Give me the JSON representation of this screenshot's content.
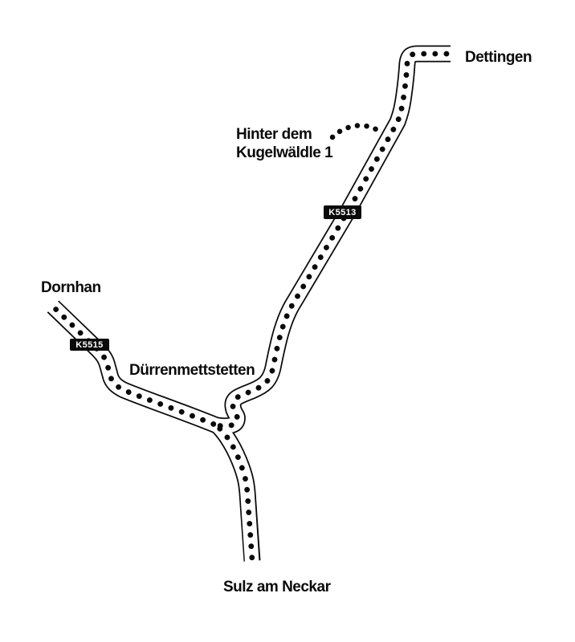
{
  "map": {
    "background_color": "#ffffff",
    "ink_color": "#0a0a0a",
    "badge_text_color": "#ffffff",
    "places": {
      "dettingen": "Dettingen",
      "dornhan": "Dornhan",
      "duerrenmettstetten": "Dürrenmettstetten",
      "sulz_am_neckar": "Sulz am Neckar"
    },
    "destination": {
      "line1": "Hinter dem",
      "line2": "Kugelwäldle 1"
    },
    "road_badges": {
      "k5513": "K5513",
      "k5515": "K5515"
    }
  }
}
